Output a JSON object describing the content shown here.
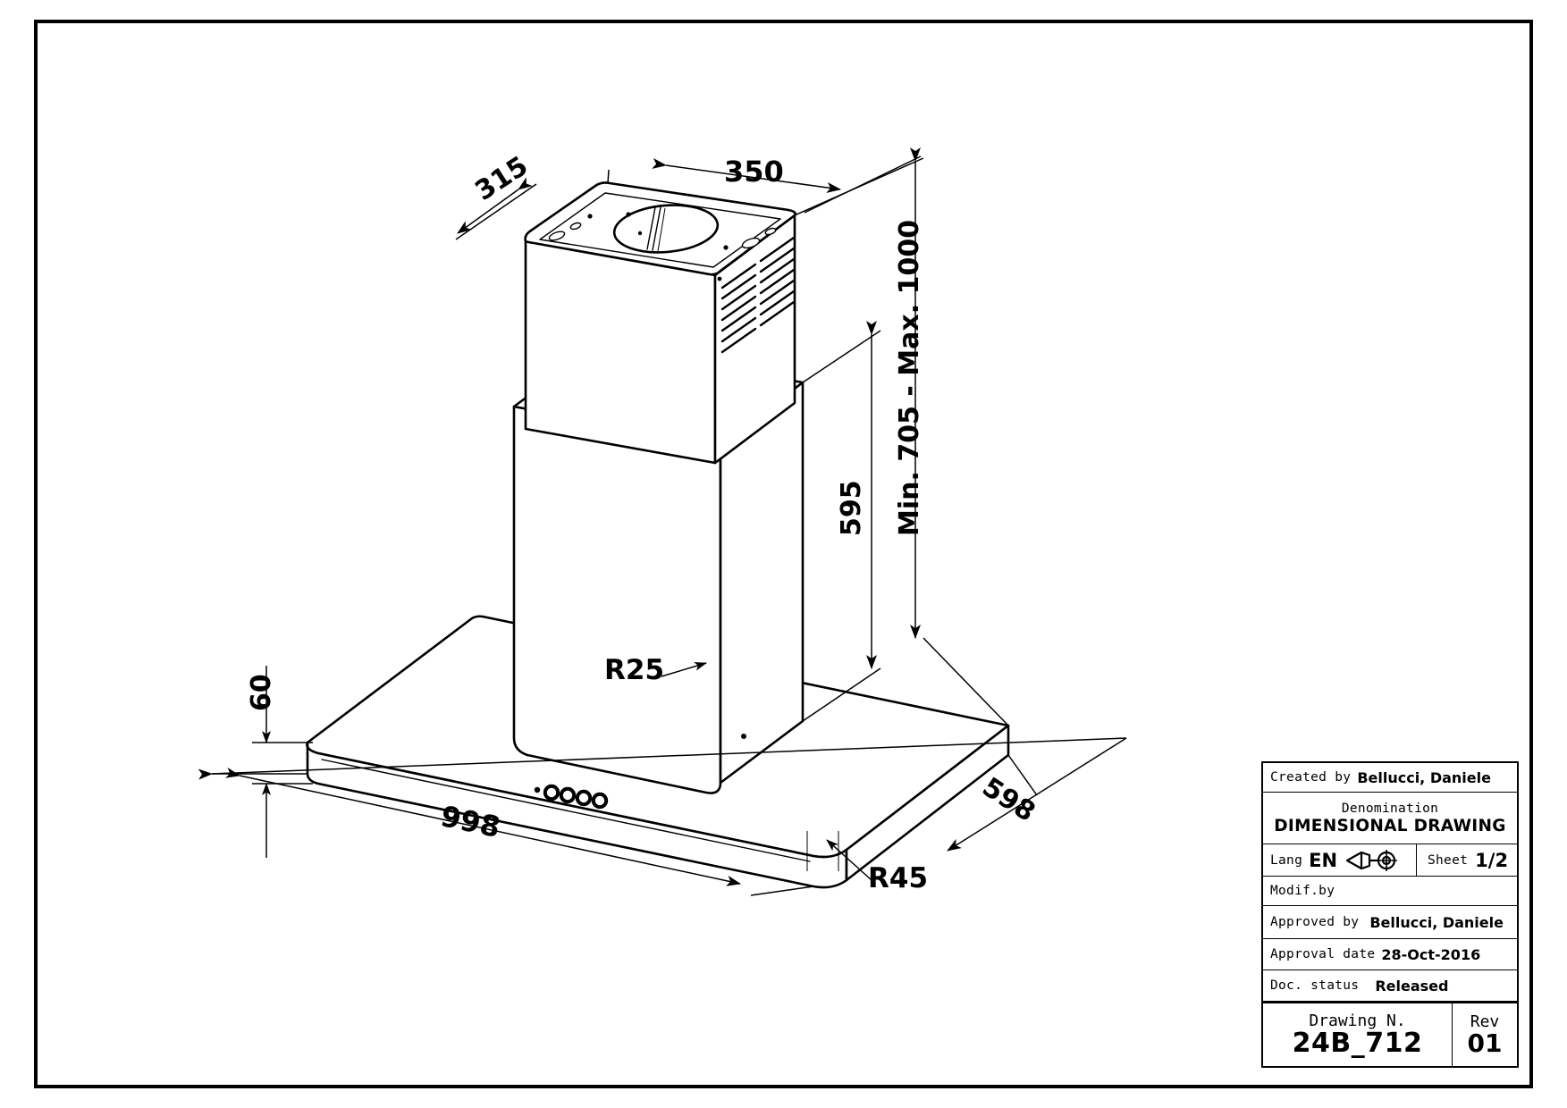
{
  "document": {
    "type": "technical-dimensional-drawing",
    "subject": "Island cooker hood"
  },
  "dimensions": {
    "top_depth": "315",
    "top_width": "350",
    "chimney_height": "595",
    "overall_height_range": "Min. 705 - Max. 1000",
    "canopy_thickness": "60",
    "canopy_width": "998",
    "canopy_depth": "598",
    "chimney_corner_radius": "R25",
    "canopy_corner_radius": "R45"
  },
  "title_block": {
    "created_by_label": "Created by",
    "created_by_value": "Bellucci, Daniele",
    "denomination_label": "Denomination",
    "denomination_value": "DIMENSIONAL  DRAWING",
    "lang_label": "Lang",
    "lang_value": "EN",
    "projection_icon": "first-angle-projection-icon",
    "sheet_label": "Sheet",
    "sheet_value": "1/2",
    "modif_by_label": "Modif.by",
    "modif_by_value": "",
    "approved_by_label": "Approved by",
    "approved_by_value": "Bellucci, Daniele",
    "approval_date_label": "Approval date",
    "approval_date_value": "28-Oct-2016",
    "doc_status_label": "Doc. status",
    "doc_status_value": "Released",
    "drawing_number_label": "Drawing N.",
    "drawing_number_value": "24B_712",
    "rev_label": "Rev",
    "rev_value": "01"
  },
  "colors": {
    "line": "#000000",
    "background": "#ffffff"
  }
}
